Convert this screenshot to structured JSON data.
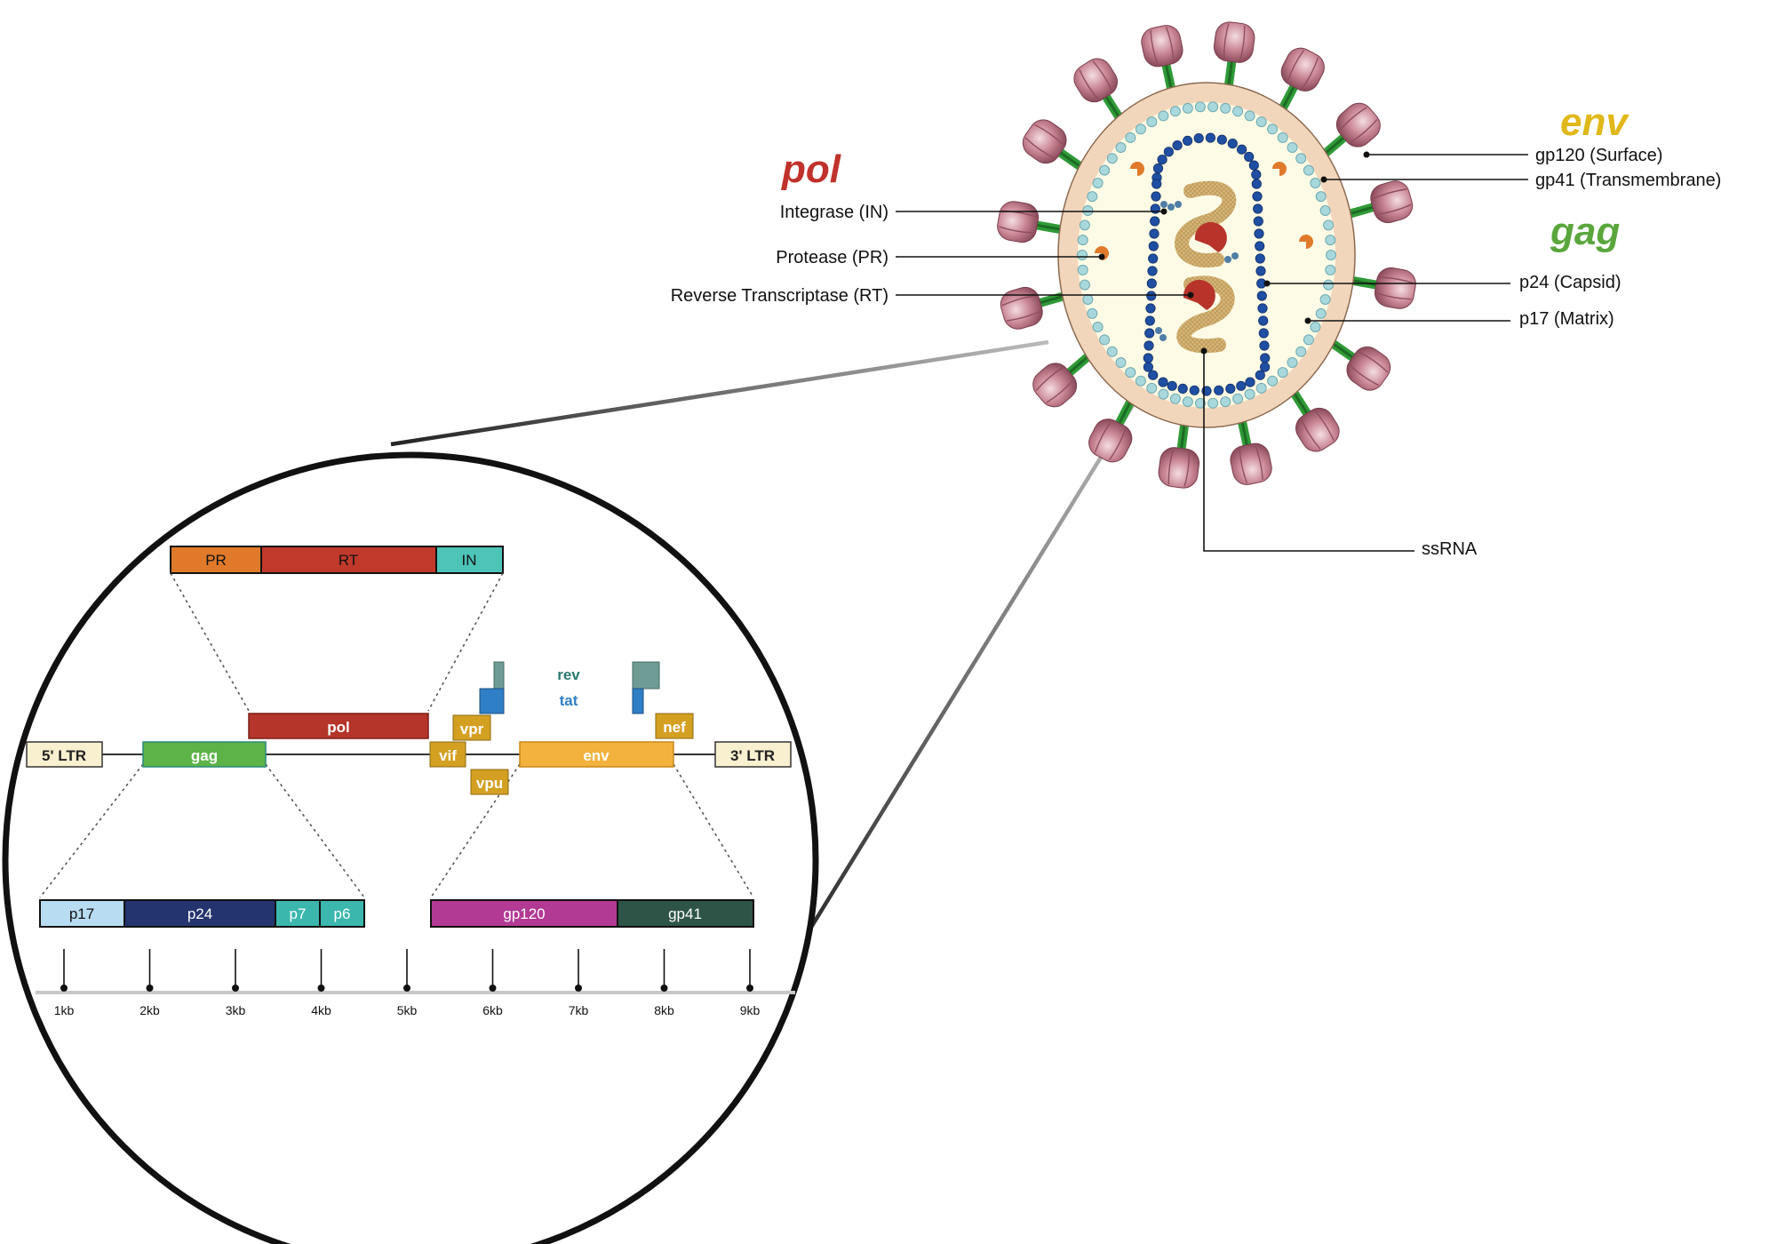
{
  "gene_titles": {
    "pol": "pol",
    "env": "env",
    "gag": "gag"
  },
  "virion_labels": {
    "integrase": "Integrase (IN)",
    "protease": "Protease (PR)",
    "rt": "Reverse Transcriptase (RT)",
    "gp120": "gp120 (Surface)",
    "gp41": "gp41 (Transmembrane)",
    "p24": "p24 (Capsid)",
    "p17": "p17 (Matrix)",
    "ssrna": "ssRNA"
  },
  "genome": {
    "ltr5": "5' LTR",
    "ltr3": "3' LTR",
    "gag": "gag",
    "pol": "pol",
    "env": "env",
    "vif": "vif",
    "vpr": "vpr",
    "vpu": "vpu",
    "nef": "nef",
    "rev": "rev",
    "tat": "tat"
  },
  "pol_products": {
    "pr": "PR",
    "rt": "RT",
    "in": "IN"
  },
  "gag_products": {
    "p17": "p17",
    "p24": "p24",
    "p7": "p7",
    "p6": "p6"
  },
  "env_products": {
    "gp120": "gp120",
    "gp41": "gp41"
  },
  "scale_ticks": [
    "1kb",
    "2kb",
    "3kb",
    "4kb",
    "5kb",
    "6kb",
    "7kb",
    "8kb",
    "9kb"
  ],
  "colors": {
    "pol_title": "#c0322b",
    "env_title": "#e0b81a",
    "gag_title": "#5aa63c",
    "pr": "#e07a2a",
    "rt": "#c0392b",
    "in": "#4cc4b8",
    "gag": "#5db347",
    "pol": "#b5352a",
    "env": "#f2b23d",
    "accessory": "#d4a022",
    "ltr": "#f8f0cf",
    "p17": "#b8dcf2",
    "p24": "#24346e",
    "p7": "#3bb7ad",
    "p6": "#3bb7ad",
    "gp120": "#b23a94",
    "gp41": "#2e5447",
    "rev": "#6e9b93",
    "tat": "#2f7fc6"
  }
}
